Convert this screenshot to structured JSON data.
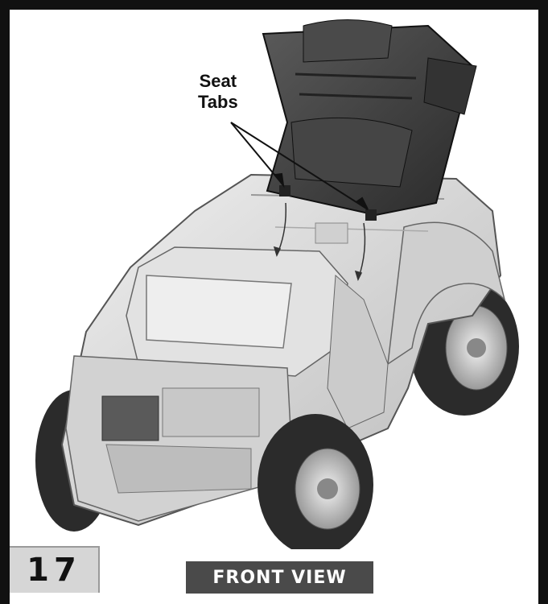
{
  "callout": {
    "line1": "Seat",
    "line2": "Tabs"
  },
  "step": {
    "number": "17"
  },
  "view": {
    "label": "FRONT VIEW"
  },
  "colors": {
    "frame": "#111111",
    "label_bg": "#4a4a4a",
    "step_bg": "#d6d6d6",
    "seat": "#3a3a3a",
    "body": "#d9d9d9",
    "tire": "#2b2b2b"
  }
}
